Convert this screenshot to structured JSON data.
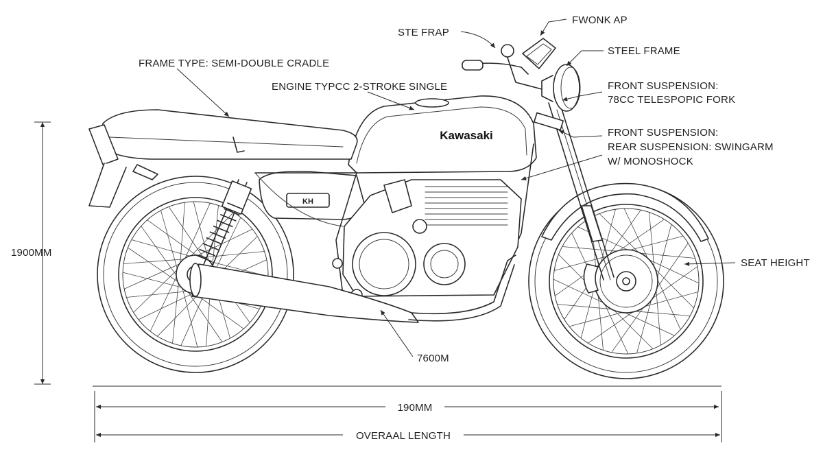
{
  "diagram": {
    "brand": "Kawasaki",
    "side_badge": "KH",
    "labels": {
      "top_right": "FWONK AP",
      "ste_frap": "STE FRAP",
      "steel_frame": "STEEL FRAME",
      "frame_type": "FRAME TYPE: SEMI-DOUBLE CRADLE",
      "engine_type": "ENGINE TYPCC 2-STROKE SINGLE",
      "front_susp_1_line1": "FRONT SUSPENSION:",
      "front_susp_1_line2": "78CC TELESPOPIC FORK",
      "front_susp_2": "FRONT SUSPENSION:",
      "rear_susp_line1": "REAR SUSPENSION: SWINGARM",
      "rear_susp_line2": "W/ MONOSHOCK",
      "seat_height": "SEAT HEIGHT",
      "height_dim": "1900MM",
      "ground_clearance": "7600M",
      "wheelbase_dim": "190MM",
      "overall_length": "OVERAAL LENGTH"
    }
  }
}
